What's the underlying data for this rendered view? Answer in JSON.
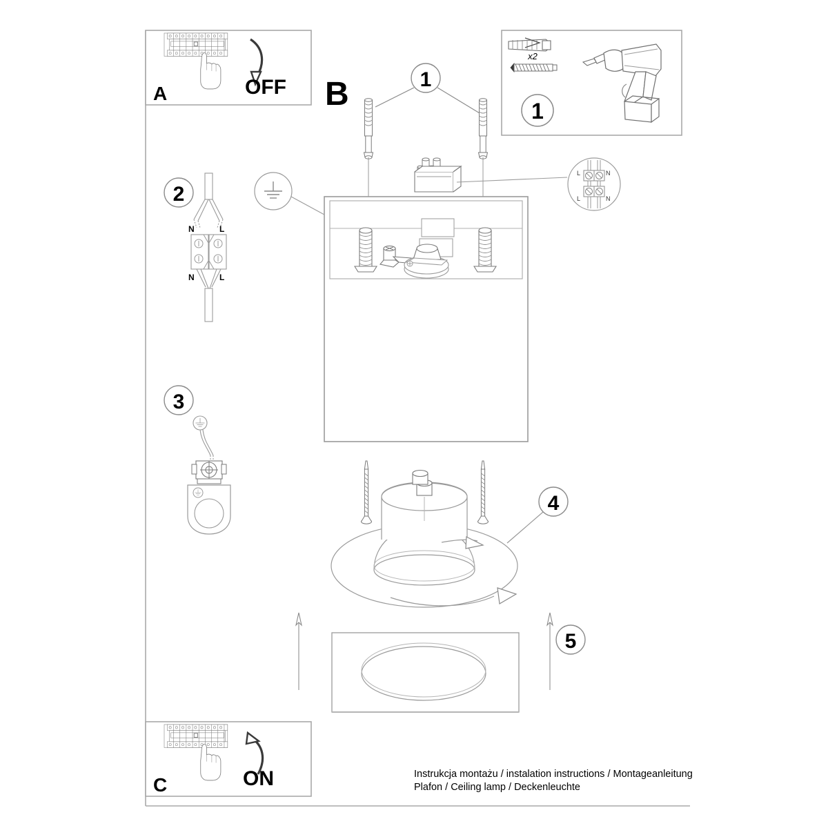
{
  "document": {
    "type": "assembly-instruction-sheet",
    "footer": {
      "line1": "Instrukcja montażu / instalation instructions / Montageanleitung",
      "line2": "Plafon / Ceiling lamp / Deckenleuchte"
    }
  },
  "panels": {
    "a": {
      "letter": "A",
      "action_label": "OFF",
      "icon_breaker": "circuit-breaker-panel-icon",
      "icon_hand": "pointing-hand-icon",
      "icon_arrow": "curved-arrow-down-icon"
    },
    "b": {
      "letter": "B"
    },
    "c": {
      "letter": "C",
      "action_label": "ON",
      "icon_breaker": "circuit-breaker-panel-icon",
      "icon_hand": "pointing-hand-icon",
      "icon_arrow": "curved-arrow-up-icon"
    },
    "parts": {
      "step_number": "1",
      "quantity_label": "x2",
      "icon_wallplug": "wall-plug-icon",
      "icon_screw": "screw-icon",
      "icon_drill": "power-drill-icon"
    }
  },
  "callouts": {
    "step1_top": "1",
    "step2": "2",
    "step3": "3",
    "step4": "4",
    "step5": "5"
  },
  "terminal_detail": {
    "top_left": "L",
    "top_right": "N",
    "bottom_left": "L",
    "bottom_right": "N"
  },
  "wiring_step2": {
    "top_left": "N",
    "top_right": "L",
    "bottom_left": "N",
    "bottom_right": "L"
  },
  "symbols": {
    "earth_big": "earth-ground-symbol",
    "earth_small": "earth-ground-symbol"
  },
  "colors": {
    "line": "#9a9a9a",
    "line_dark": "#6f6f6f",
    "text": "#000000",
    "frame": "#a8a8a8"
  }
}
